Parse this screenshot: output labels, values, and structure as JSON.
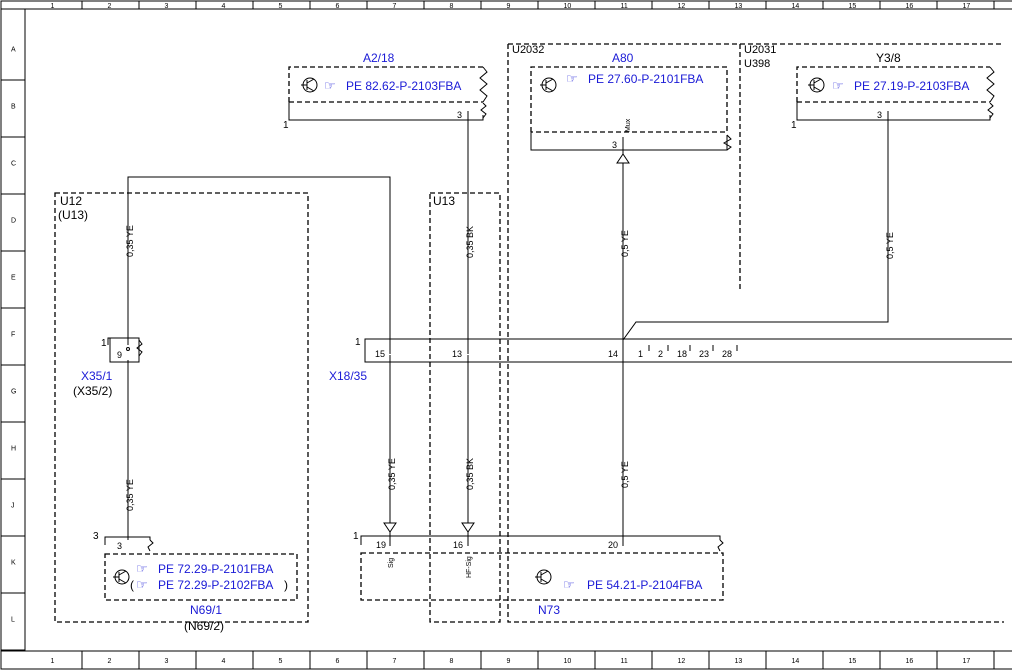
{
  "colors": {
    "link": "#1a1ad6",
    "line": "#000000"
  },
  "grid": {
    "columns": [
      "1",
      "2",
      "3",
      "4",
      "5",
      "6",
      "7",
      "8",
      "9",
      "10",
      "11",
      "12",
      "13",
      "14",
      "15",
      "16",
      "17"
    ],
    "rows": [
      "A",
      "B",
      "C",
      "D",
      "E",
      "F",
      "G",
      "H",
      "J",
      "K",
      "L"
    ]
  },
  "components": {
    "a2_18": {
      "label": "A2/18",
      "ref": "PE 82.62-P-2103FBA",
      "pin_left": "1",
      "pin_right": "3"
    },
    "a80": {
      "label": "A80",
      "ref": "PE 27.60-P-2101FBA",
      "pin": "3",
      "sig": "Mux",
      "group_code": "U2032"
    },
    "u2031": {
      "codes": [
        "U2031",
        "U398"
      ]
    },
    "y3_8": {
      "label": "Y3/8",
      "ref": "PE 27.19-P-2103FBA",
      "pin_left": "1",
      "pin_right": "3"
    },
    "u12": {
      "code": "U12",
      "alt": "(U13)"
    },
    "u13": {
      "code": "U13"
    },
    "x35_1": {
      "label": "X35/1",
      "alt": "(X35/2)",
      "pin_outer": "1",
      "pin_inner": "9"
    },
    "x18_35": {
      "label": "X18/35",
      "pin_outer": "1",
      "pins": [
        "15",
        "13",
        "14",
        "1",
        "2",
        "18",
        "23",
        "28"
      ]
    },
    "n69_1": {
      "label": "N69/1",
      "alt": "(N69/2)",
      "ref1": "PE 72.29-P-2101FBA",
      "ref2": "PE 72.29-P-2102FBA",
      "pin_outer": "3",
      "pin_inner": "3"
    },
    "n73": {
      "label": "N73",
      "ref": "PE 54.21-P-2104FBA",
      "pin_outer": "1",
      "pins": [
        "19",
        "16",
        "20"
      ],
      "sig1": "Sig",
      "sig2": "HF-Sig"
    }
  },
  "wires": {
    "w_left_top": "0,35 YE",
    "w_left_bottom": "0,35 YE",
    "w_bk_top": "0,35 BK",
    "w_ye_mid": "0,35 YE",
    "w_bk_mid": "0,35 BK",
    "w_a80_top": "0,5 YE",
    "w_a80_bottom": "0,5 YE",
    "w_y38": "0,5 YE"
  }
}
